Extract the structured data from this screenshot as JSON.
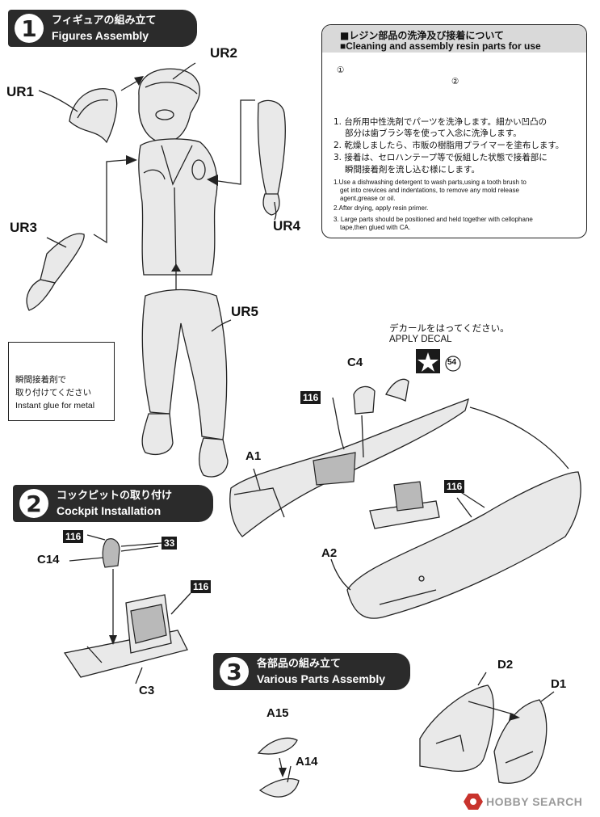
{
  "step1": {
    "number": "1",
    "title_jp": "フィギュアの組み立て",
    "title_en": "Figures Assembly"
  },
  "step2": {
    "number": "2",
    "title_jp": "コックピットの取り付け",
    "title_en": "Cockpit Installation"
  },
  "step3": {
    "number": "3",
    "title_jp": "各部品の組み立て",
    "title_en": "Various Parts Assembly"
  },
  "parts": {
    "ur1": "UR1",
    "ur2": "UR2",
    "ur3": "UR3",
    "ur4": "UR4",
    "ur5": "UR5",
    "c4": "C4",
    "a1": "A1",
    "a2": "A2",
    "c14": "C14",
    "c3": "C3",
    "a15": "A15",
    "a14": "A14",
    "d2": "D2",
    "d1": "D1"
  },
  "codes": {
    "c116a": "116",
    "c116b": "116",
    "c116c": "116",
    "c116d": "116",
    "c33": "33"
  },
  "resin": {
    "title_jp": "■レジン部品の洗浄及び接着について",
    "title_en": "■Cleaning and assembly resin parts for use",
    "fig1": "①",
    "fig2": "②",
    "jp1a": "1. 台所用中性洗剤でパーツを洗浄します。細かい凹凸の",
    "jp1b": "部分は歯ブラシ等を使って入念に洗浄します。",
    "jp2": "2. 乾燥しましたら、市販の樹脂用プライマーを塗布します。",
    "jp3a": "3. 接着は、セロハンテープ等で仮組した状態で接着部に",
    "jp3b": "瞬間接着剤を流し込む様にします。",
    "en1a": "1.Use a dishwashing detergent to wash parts,using a tooth brush to",
    "en1b": "get into crevices and indentations, to remove any mold release",
    "en1c": "agent,grease or oil.",
    "en2": "2.After drying, apply resin primer.",
    "en3a": "3. Large parts should be positioned and held together with cellophane",
    "en3b": "tape,then glued with CA."
  },
  "glue": {
    "jp1": "瞬間接着剤で",
    "jp2": "取り付けてください",
    "en": "Instant glue for metal"
  },
  "decal": {
    "jp": "デカールをはってください。",
    "en": "APPLY DECAL",
    "number": "54"
  },
  "watermark": {
    "text": "HOBBY SEARCH"
  },
  "colors": {
    "tab": "#2b2b2b",
    "resin_head": "#d9d9d9",
    "watermark": "#c8332d"
  }
}
